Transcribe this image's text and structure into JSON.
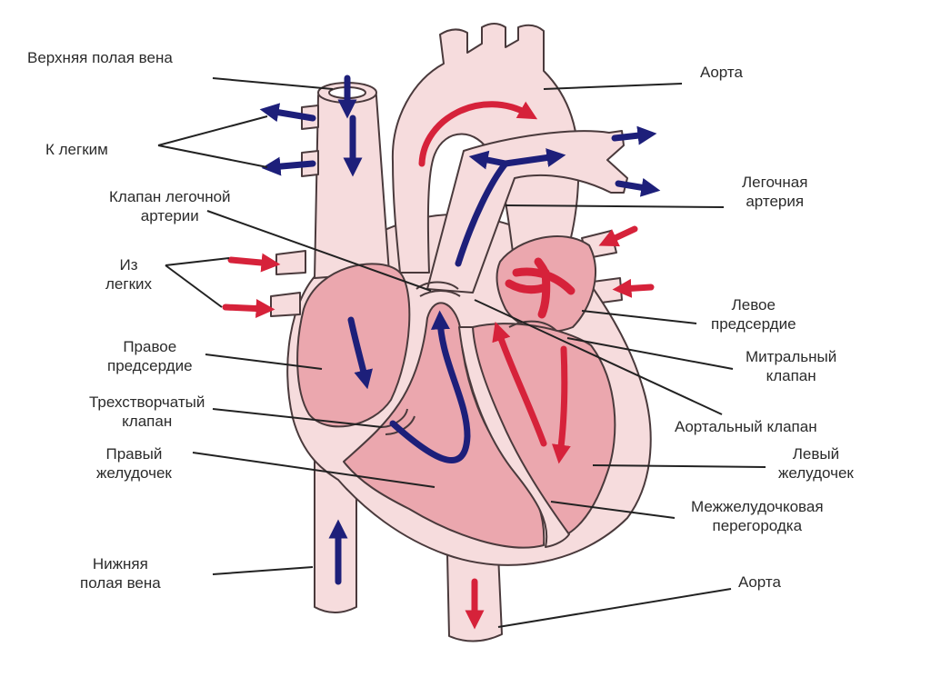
{
  "labels": {
    "superior_vena_cava": "Верхняя полая вена",
    "to_lungs": "К легким",
    "pulmonary_valve_l1": "Клапан легочной",
    "pulmonary_valve_l2": "артерии",
    "from_lungs_l1": "Из",
    "from_lungs_l2": "легких",
    "right_atrium_l1": "Правое",
    "right_atrium_l2": "предсердие",
    "tricuspid_l1": "Трехстворчатый",
    "tricuspid_l2": "клапан",
    "right_ventricle_l1": "Правый",
    "right_ventricle_l2": "желудочек",
    "inferior_vena_cava_l1": "Нижняя",
    "inferior_vena_cava_l2": "полая вена",
    "aorta_top": "Аорта",
    "pulmonary_artery_l1": "Легочная",
    "pulmonary_artery_l2": "артерия",
    "left_atrium_l1": "Левое",
    "left_atrium_l2": "предсердие",
    "mitral_l1": "Митральный",
    "mitral_l2": "клапан",
    "aortic_valve": "Аортальный клапан",
    "left_ventricle_l1": "Левый",
    "left_ventricle_l2": "желудочек",
    "septum_l1": "Межжелудочковая",
    "septum_l2": "перегородка",
    "aorta_bottom": "Аорта"
  },
  "colors": {
    "tissue": "#f6dcdd",
    "chamber": "#eba7ae",
    "chamber_dark": "#e28f98",
    "outline": "#4a3a3c",
    "oxygen_poor": "#1d1f7a",
    "oxygen_rich": "#d6223a",
    "leader": "#222222"
  }
}
